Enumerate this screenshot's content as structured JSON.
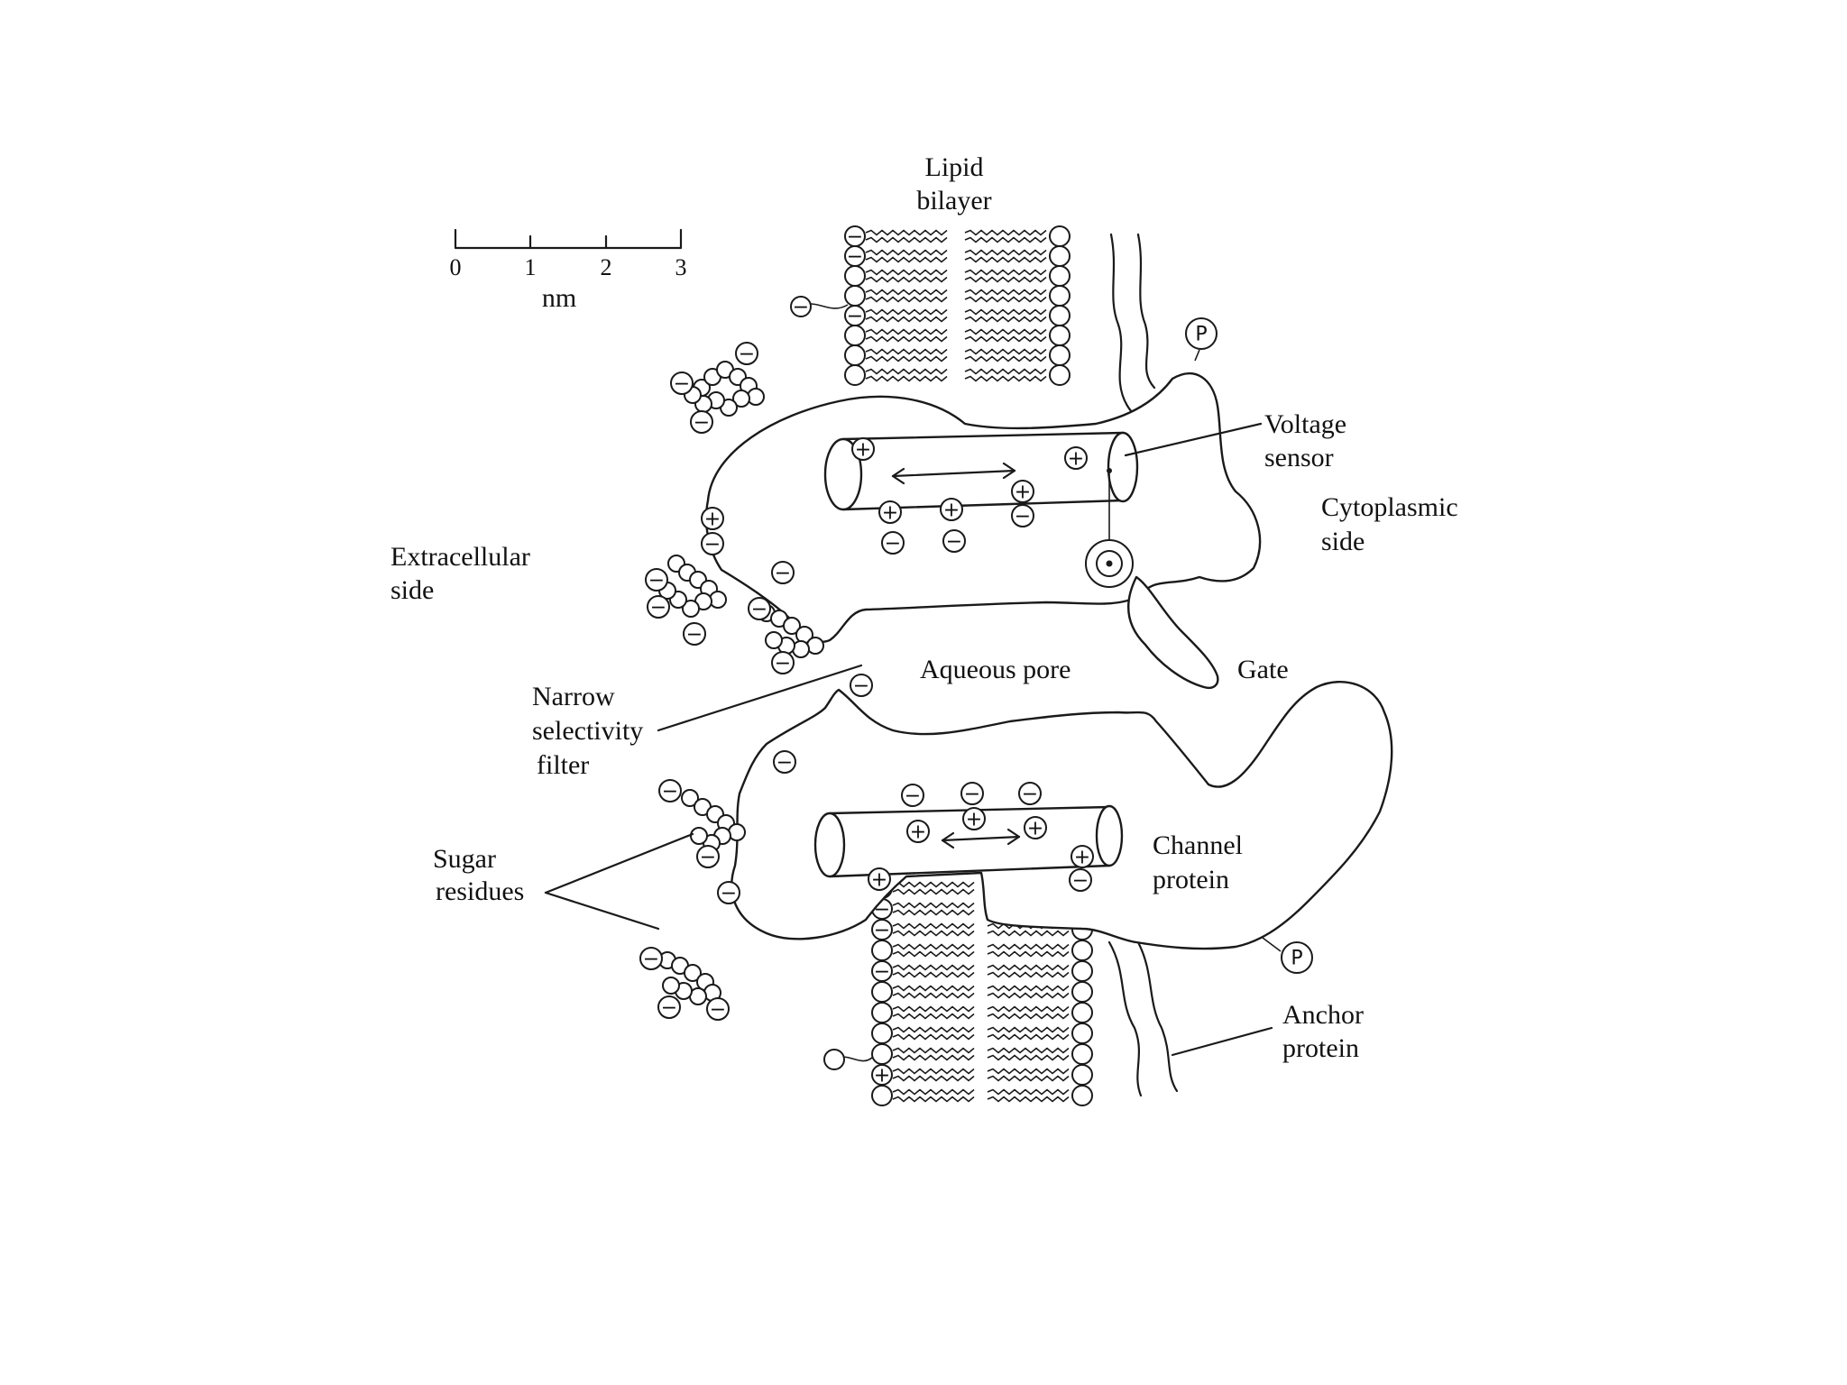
{
  "labels": {
    "lipid_bilayer_1": "Lipid",
    "lipid_bilayer_2": "bilayer",
    "scale_nm": "nm",
    "voltage_sensor_1": "Voltage",
    "voltage_sensor_2": "sensor",
    "cytoplasmic_1": "Cytoplasmic",
    "cytoplasmic_2": "side",
    "extracellular_1": "Extracellular",
    "extracellular_2": "side",
    "aqueous_pore": "Aqueous pore",
    "gate": "Gate",
    "narrow_1": "Narrow",
    "narrow_2": "selectivity",
    "narrow_3": "filter",
    "sugar_1": "Sugar",
    "sugar_2": "residues",
    "channel_1": "Channel",
    "channel_2": "protein",
    "anchor_1": "Anchor",
    "anchor_2": "protein"
  },
  "scale_bar": {
    "ticks": [
      "0",
      "1",
      "2",
      "3"
    ]
  },
  "symbols": {
    "plus": "+",
    "minus": "−",
    "phosphate": "P"
  },
  "colors": {
    "ink": "#1a1a1a",
    "background": "#ffffff"
  }
}
